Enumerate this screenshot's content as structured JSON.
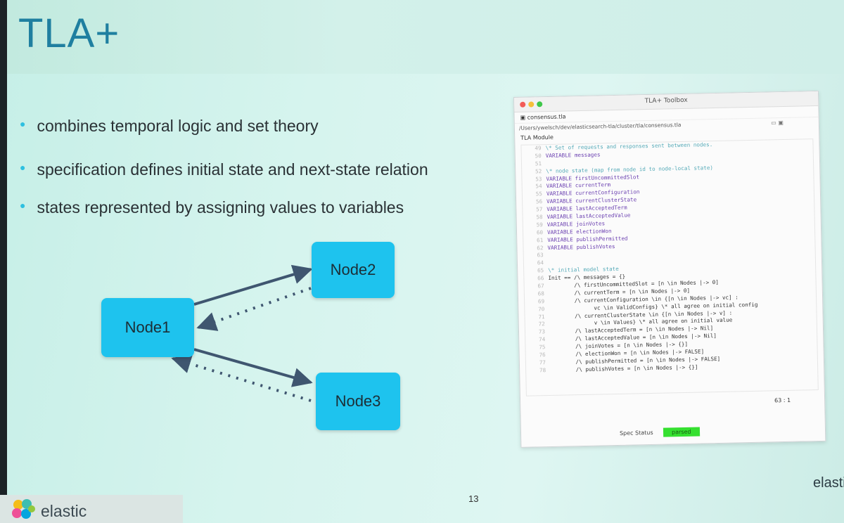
{
  "slide": {
    "title": "TLA+",
    "bullets": [
      "combines temporal logic and set theory",
      "specification defines initial state and next-state relation",
      "states represented by assigning values to variables"
    ],
    "page_number": "13",
    "brand_right": "elastic",
    "brand_logo_text": "elastic"
  },
  "diagram": {
    "nodes": [
      "Node1",
      "Node2",
      "Node3"
    ]
  },
  "toolbox": {
    "window_title": "TLA+ Toolbox",
    "tab_label": "consensus.tla",
    "path": "/Users/ywelsch/dev/elasticsearch-tla/cluster/tla/consensus.tla",
    "module_label": "TLA Module",
    "cursor_pos": "63 : 1",
    "spec_status_label": "Spec Status",
    "spec_status_value": "parsed",
    "code": [
      {
        "n": "49",
        "t": "\\* Set of requests and responses sent between nodes.",
        "c": "cm"
      },
      {
        "n": "50",
        "t": "VARIABLE messages",
        "c": "kw"
      },
      {
        "n": "51",
        "t": "",
        "c": ""
      },
      {
        "n": "52",
        "t": "\\* node state (map from node id to node-local state)",
        "c": "cm"
      },
      {
        "n": "53",
        "t": "VARIABLE firstUncommittedSlot",
        "c": "kw"
      },
      {
        "n": "54",
        "t": "VARIABLE currentTerm",
        "c": "kw"
      },
      {
        "n": "55",
        "t": "VARIABLE currentConfiguration",
        "c": "kw"
      },
      {
        "n": "56",
        "t": "VARIABLE currentClusterState",
        "c": "kw"
      },
      {
        "n": "57",
        "t": "VARIABLE lastAcceptedTerm",
        "c": "kw"
      },
      {
        "n": "58",
        "t": "VARIABLE lastAcceptedValue",
        "c": "kw"
      },
      {
        "n": "59",
        "t": "VARIABLE joinVotes",
        "c": "kw"
      },
      {
        "n": "60",
        "t": "VARIABLE electionWon",
        "c": "kw"
      },
      {
        "n": "61",
        "t": "VARIABLE publishPermitted",
        "c": "kw"
      },
      {
        "n": "62",
        "t": "VARIABLE publishVotes",
        "c": "kw"
      },
      {
        "n": "63",
        "t": "",
        "c": ""
      },
      {
        "n": "64",
        "t": "",
        "c": ""
      },
      {
        "n": "65",
        "t": "\\* initial model state",
        "c": "cm"
      },
      {
        "n": "66",
        "t": "Init == /\\ messages = {}",
        "c": ""
      },
      {
        "n": "67",
        "t": "        /\\ firstUncommittedSlot = [n \\in Nodes |-> 0]",
        "c": ""
      },
      {
        "n": "68",
        "t": "        /\\ currentTerm = [n \\in Nodes |-> 0]",
        "c": ""
      },
      {
        "n": "69",
        "t": "        /\\ currentConfiguration \\in {[n \\in Nodes |-> vc] :",
        "c": ""
      },
      {
        "n": "70",
        "t": "              vc \\in ValidConfigs} \\* all agree on initial config",
        "c": ""
      },
      {
        "n": "71",
        "t": "        /\\ currentClusterState \\in {[n \\in Nodes |-> v] :",
        "c": ""
      },
      {
        "n": "72",
        "t": "              v \\in Values} \\* all agree on initial value",
        "c": ""
      },
      {
        "n": "73",
        "t": "        /\\ lastAcceptedTerm = [n \\in Nodes |-> Nil]",
        "c": ""
      },
      {
        "n": "74",
        "t": "        /\\ lastAcceptedValue = [n \\in Nodes |-> Nil]",
        "c": ""
      },
      {
        "n": "75",
        "t": "        /\\ joinVotes = [n \\in Nodes |-> {}]",
        "c": ""
      },
      {
        "n": "76",
        "t": "        /\\ electionWon = [n \\in Nodes |-> FALSE]",
        "c": ""
      },
      {
        "n": "77",
        "t": "        /\\ publishPermitted = [n \\in Nodes |-> FALSE]",
        "c": ""
      },
      {
        "n": "78",
        "t": "        /\\ publishVotes = [n \\in Nodes |-> {}]",
        "c": ""
      }
    ]
  },
  "colors": {
    "title": "#1f7fa0",
    "bullet": "#2ec0e0",
    "node_fill": "#1ec3ee",
    "edge": "#3f5670",
    "spec_badge": "#35e030"
  }
}
